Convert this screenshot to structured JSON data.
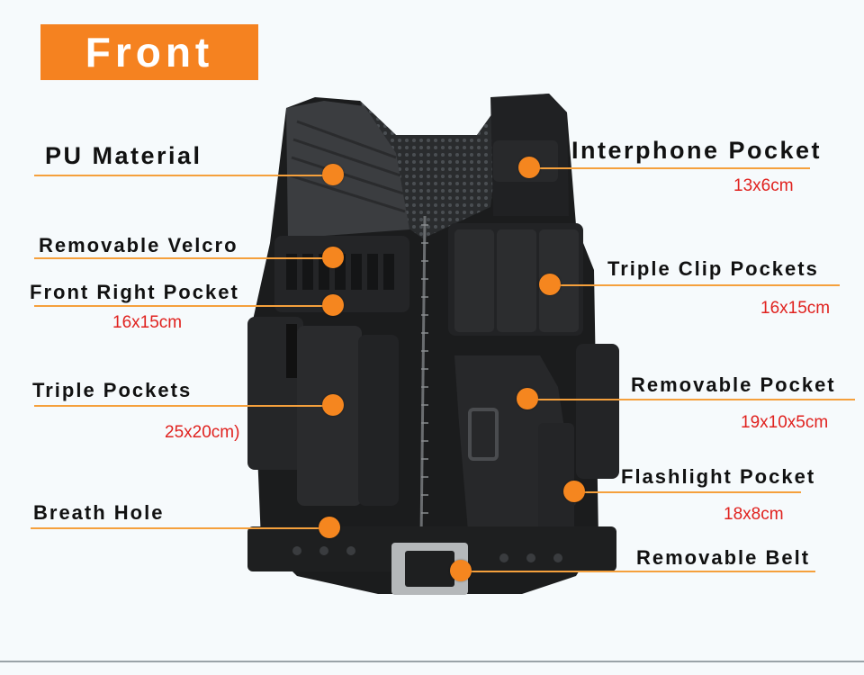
{
  "header": {
    "badge": "Front"
  },
  "labels": {
    "pu_material": "PU Material",
    "interphone_pocket": "Interphone Pocket",
    "interphone_size": "13x6cm",
    "removable_velcro": "Removable Velcro",
    "triple_clip_pockets": "Triple Clip Pockets",
    "front_right_pocket": "Front Right Pocket",
    "front_right_size": "16x15cm",
    "triple_clip_size": "16x15cm",
    "triple_pockets": "Triple Pockets",
    "triple_pockets_size": "25x20cm)",
    "removable_pocket": "Removable Pocket",
    "removable_pocket_size": "19x10x5cm",
    "flashlight_pocket": "Flashlight Pocket",
    "flashlight_size": "18x8cm",
    "breath_hole": "Breath Hole",
    "removable_belt": "Removable Belt"
  },
  "colors": {
    "accent": "#f58220",
    "dimension_text": "#e0221f",
    "vest": "#1a1a1a"
  }
}
